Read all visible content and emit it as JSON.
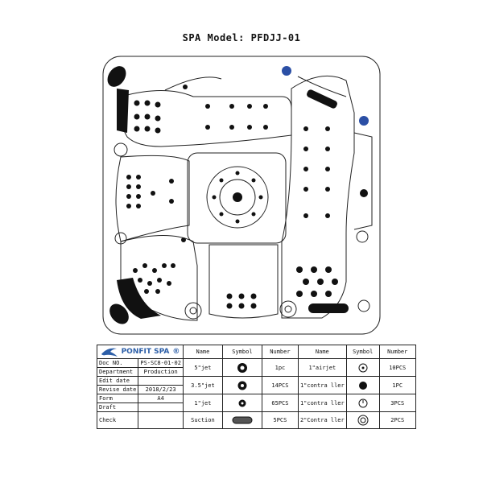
{
  "title": "SPA Model:  PFDJJ-01",
  "logo": {
    "brand": "PONFIT SPA",
    "reg": "®",
    "icon": "dolphin-icon"
  },
  "doc": [
    {
      "label": "Doc NO.",
      "value": "PS-SC8-01-02"
    },
    {
      "label": "Department",
      "value": "Production"
    },
    {
      "label": "Edit date",
      "value": ""
    },
    {
      "label": "Revise date",
      "value": "2018/2/23"
    },
    {
      "label": "Form",
      "value": "A4"
    },
    {
      "label": "Draft",
      "value": ""
    },
    {
      "label": "Check",
      "value": ""
    }
  ],
  "columns": {
    "name": "Name",
    "symbol": "Symbol",
    "number": "Number",
    "name2": "Name",
    "symbol2": "Symbol",
    "number2": "Number"
  },
  "rows": [
    {
      "name": "5\"jet",
      "number": "1pc",
      "name2": "1\"airjet",
      "number2": "10PCS"
    },
    {
      "name": "3.5\"jet",
      "number": "14PCS",
      "name2": "1\"contra ller",
      "number2": "1PC"
    },
    {
      "name": "1\"jet",
      "number": "65PCS",
      "name2": "1\"contra ller",
      "number2": "3PCS"
    },
    {
      "name": "Suction",
      "number": "5PCS",
      "name2": "2\"Contra ller",
      "number2": "2PCS"
    }
  ],
  "colors": {
    "line": "#222222",
    "accent": "#2b4fa5",
    "logo": "#2d5fa8"
  }
}
